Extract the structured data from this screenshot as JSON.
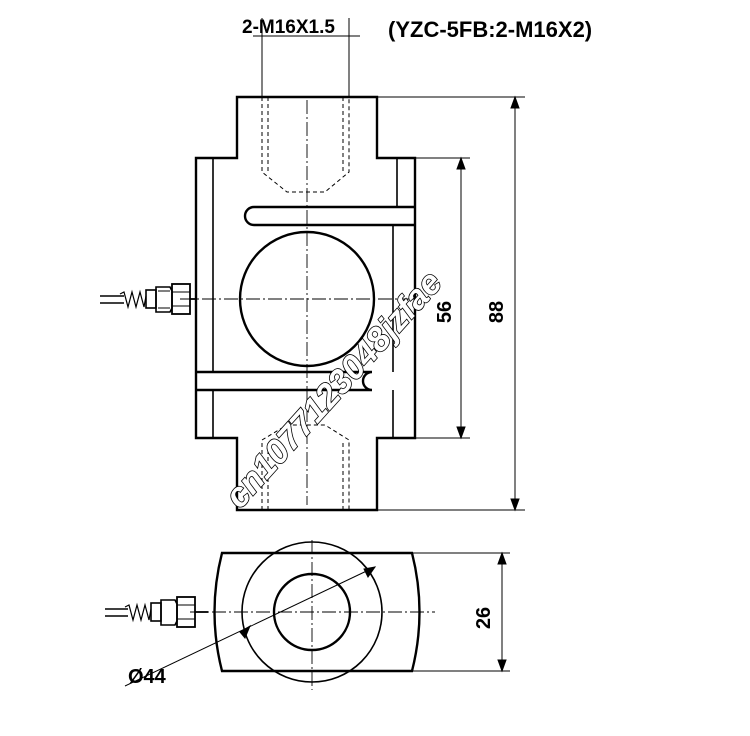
{
  "labels": {
    "thread_spec": "2-M16X1.5",
    "model_variant": "(YZC-5FB:2-M16X2)",
    "dim_height": "88",
    "dim_inner": "56",
    "dim_width": "26",
    "dim_diameter": "Ø44"
  },
  "watermark": "cn1077123048jzfae",
  "colors": {
    "line": "#000000",
    "background": "#ffffff"
  }
}
